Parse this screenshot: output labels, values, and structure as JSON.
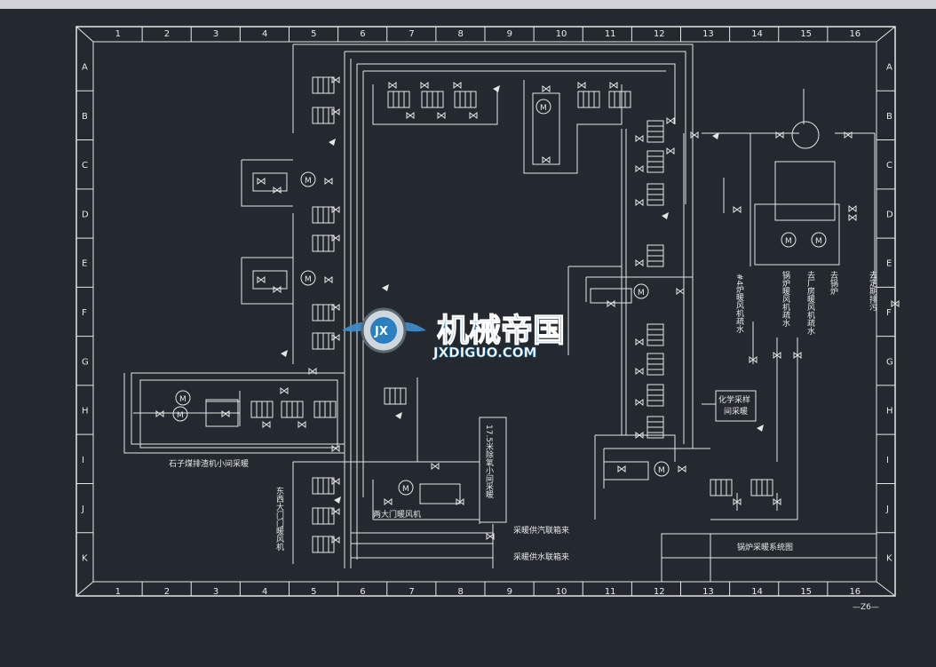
{
  "colors": {
    "background": "#23292e",
    "line": "#e6e6e6",
    "topbar": "#cfd3d6",
    "watermark_blue": "#2a7fc0"
  },
  "grid": {
    "columns": [
      "1",
      "2",
      "3",
      "4",
      "5",
      "6",
      "7",
      "8",
      "9",
      "10",
      "11",
      "12",
      "13",
      "14",
      "15",
      "16"
    ],
    "rows": [
      "A",
      "B",
      "C",
      "D",
      "E",
      "F",
      "G",
      "H",
      "I",
      "J",
      "K"
    ]
  },
  "labels": {
    "boiler_room_label": "石子煤排渣机小间采暖",
    "fan_unit_label": "两大门暖风机",
    "side_label_left": "东西大门门暖风机",
    "supply_label_top": "采暖供汽联箱来",
    "supply_label_bottom": "采暖供水联箱来",
    "vessel_label": "17.5米除氧小间采暖",
    "chem_label_1": "化学采样",
    "chem_label_2": "间采暖",
    "vertical_1": "#4炉暖风机疏水",
    "vertical_2": "锅炉暖风机疏水",
    "vertical_3": "去厂房暖风机疏水",
    "vertical_4": "去锅炉",
    "vertical_5": "去定期排污",
    "title_block_name": "锅炉采暖系统图",
    "page_number": "—Z6—"
  },
  "watermark": {
    "brand_cn": "机械帝国",
    "brand_en": "JXDIGUO.COM",
    "logo_text": "JX"
  },
  "icons": [
    "pump-icon",
    "valve-icon",
    "heater-icon",
    "tank-icon",
    "gear-logo-icon"
  ]
}
